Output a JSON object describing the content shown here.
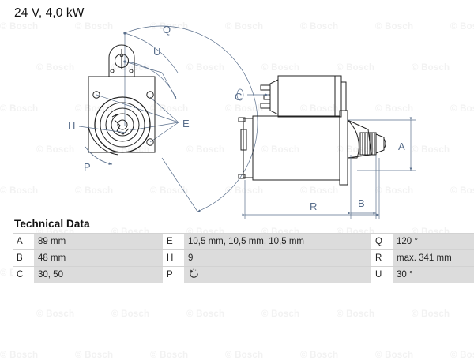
{
  "header": {
    "title": "24 V, 4,0 kW"
  },
  "watermark": {
    "text": "© Bosch"
  },
  "drawing": {
    "front_view": {
      "labels": {
        "H": "H",
        "P": "P",
        "E": "E",
        "Q": "Q",
        "U": "U"
      }
    },
    "side_view": {
      "labels": {
        "C": "C",
        "A": "A",
        "B": "B",
        "R": "R"
      }
    }
  },
  "technical_data": {
    "heading": "Technical Data",
    "rows": [
      {
        "c1_key": "A",
        "c1_value": "89 mm",
        "c2_key": "E",
        "c2_value": "10,5 mm, 10,5 mm, 10,5 mm",
        "c3_key": "Q",
        "c3_value": "120 °"
      },
      {
        "c1_key": "B",
        "c1_value": "48 mm",
        "c2_key": "H",
        "c2_value": "9",
        "c3_key": "R",
        "c3_value": "max. 341 mm"
      },
      {
        "c1_key": "C",
        "c1_value": "30, 50",
        "c2_key": "P",
        "c2_value": "",
        "c3_key": "U",
        "c3_value": "30 °"
      }
    ],
    "p_icon": "rotation-counterclockwise-icon"
  },
  "colors": {
    "outline": "#222222",
    "dimension": "#5a6f8c",
    "table_value_bg": "#dcdcdc",
    "table_border": "#d2d2d2",
    "watermark": "#f2f2f2"
  }
}
